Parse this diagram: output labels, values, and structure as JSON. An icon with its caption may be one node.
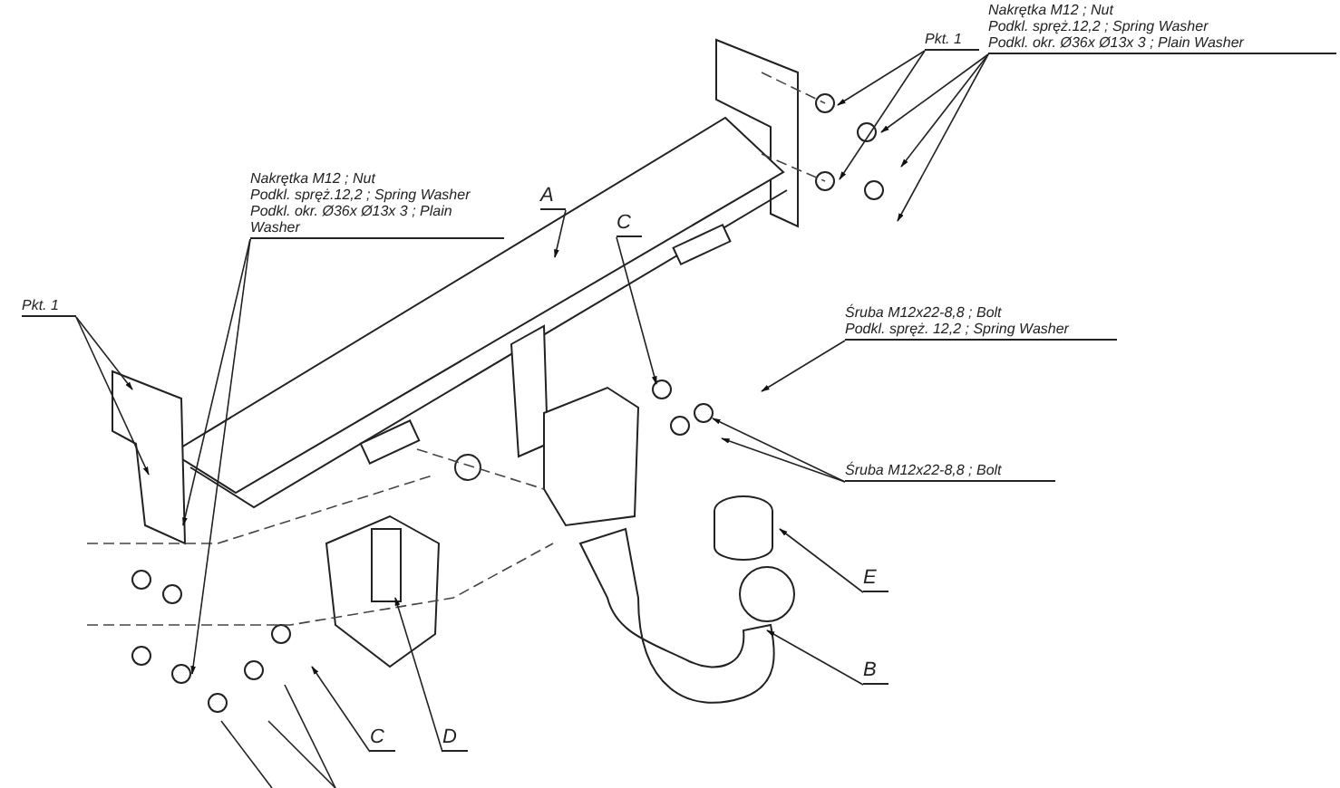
{
  "diagram": {
    "nodes": [
      {
        "text": [
          "Nakrętka M12 ; Nut",
          "Podkl. spręż.12,2 ; Spring Washer",
          "Podkl. okr.  Ø36x Ø13x 3 ; Plain Washer"
        ]
      },
      {
        "text": [
          "Pkt. 1"
        ]
      },
      {
        "text": [
          "A"
        ]
      },
      {
        "text": [
          "C"
        ]
      },
      {
        "text": [
          "Nakrętka  M12 ; Nut",
          "Podkl. spręż.12,2 ; Spring Washer",
          "Podkl. okr.  Ø36x Ø13x 3 ; Plain Washer"
        ]
      },
      {
        "text": [
          "Pkt. 1"
        ]
      },
      {
        "text": [
          "Śruba M12x22-8,8 ;  Bolt",
          "Podkl. spręż. 12,2 ; Spring Washer"
        ]
      },
      {
        "text": [
          "Śruba M12x22-8,8 ;  Bolt"
        ]
      },
      {
        "text": [
          "E"
        ]
      },
      {
        "text": [
          "B"
        ]
      },
      {
        "text": [
          "D"
        ]
      },
      {
        "text": [
          "C"
        ]
      }
    ],
    "edges": [
      {
        "from": 0,
        "to": null,
        "arrow": "to"
      },
      {
        "from": 0,
        "to": null,
        "arrow": "to"
      },
      {
        "from": 0,
        "to": null,
        "arrow": "to"
      },
      {
        "from": 1,
        "to": null,
        "arrow": "to"
      },
      {
        "from": 1,
        "to": null,
        "arrow": "to"
      },
      {
        "from": 2,
        "to": null,
        "arrow": "to"
      },
      {
        "from": 3,
        "to": null,
        "arrow": "to"
      },
      {
        "from": 4,
        "to": null,
        "arrow": "to"
      },
      {
        "from": 4,
        "to": null,
        "arrow": "to"
      },
      {
        "from": 5,
        "to": null,
        "arrow": "to"
      },
      {
        "from": 5,
        "to": null,
        "arrow": "to"
      },
      {
        "from": 6,
        "to": null,
        "arrow": "to"
      },
      {
        "from": 7,
        "to": null,
        "arrow": "to"
      },
      {
        "from": 7,
        "to": null,
        "arrow": "to"
      },
      {
        "from": 8,
        "to": null,
        "arrow": "to"
      },
      {
        "from": 9,
        "to": null,
        "arrow": "to"
      },
      {
        "from": 10,
        "to": null,
        "arrow": "to"
      },
      {
        "from": 11,
        "to": null,
        "arrow": "to"
      }
    ]
  }
}
